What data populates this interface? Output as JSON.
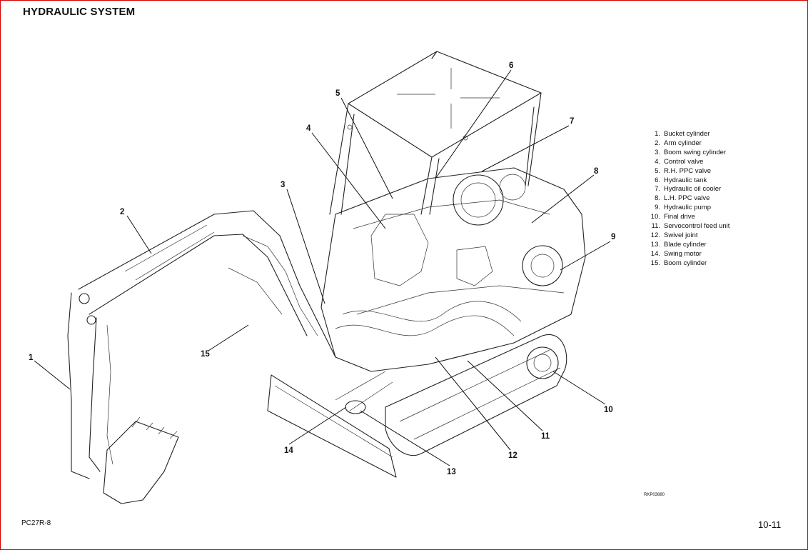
{
  "page": {
    "title": "HYDRAULIC SYSTEM",
    "model": "PC27R-8",
    "page_number": "10-11",
    "figure_code": "RKP03880"
  },
  "callouts": [
    "1",
    "2",
    "3",
    "4",
    "5",
    "6",
    "7",
    "8",
    "9",
    "10",
    "11",
    "12",
    "13",
    "14",
    "15"
  ],
  "legend": [
    {
      "num": "1.",
      "label": "Bucket cylinder"
    },
    {
      "num": "2.",
      "label": "Arm cylinder"
    },
    {
      "num": "3.",
      "label": "Boom swing cylinder"
    },
    {
      "num": "4.",
      "label": "Control valve"
    },
    {
      "num": "5.",
      "label": "R.H. PPC valve"
    },
    {
      "num": "6.",
      "label": "Hydraulic tank"
    },
    {
      "num": "7.",
      "label": "Hydraulic oil cooler"
    },
    {
      "num": "8.",
      "label": "L.H. PPC valve"
    },
    {
      "num": "9.",
      "label": "Hydraulic pump"
    },
    {
      "num": "10.",
      "label": "Final drive"
    },
    {
      "num": "11.",
      "label": "Servocontrol feed unit"
    },
    {
      "num": "12.",
      "label": "Swivel joint"
    },
    {
      "num": "13.",
      "label": "Blade cylinder"
    },
    {
      "num": "14.",
      "label": "Swing motor"
    },
    {
      "num": "15.",
      "label": "Boom cylinder"
    }
  ]
}
